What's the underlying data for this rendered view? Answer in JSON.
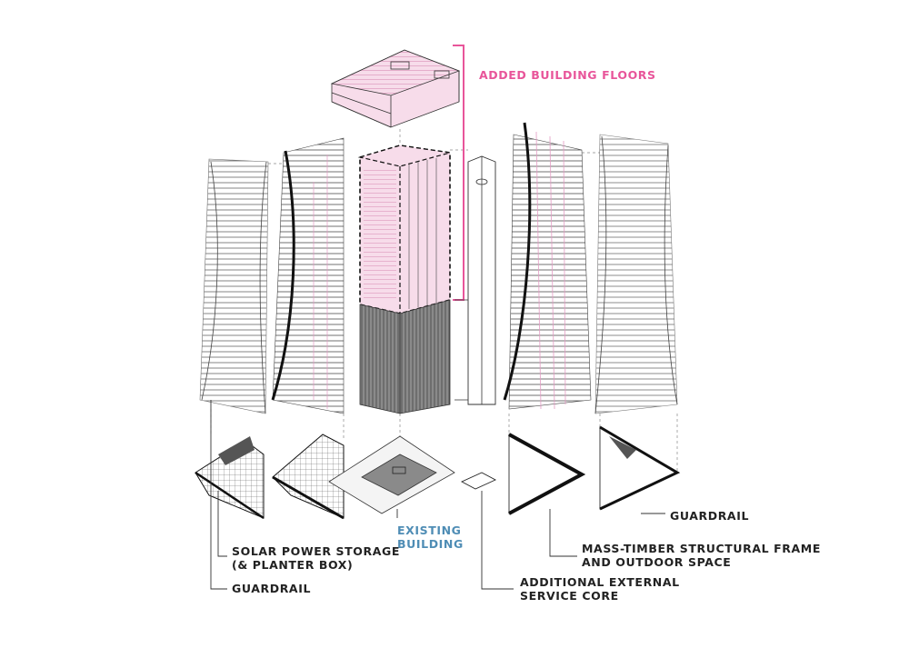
{
  "colors": {
    "ink": "#222222",
    "label": "#222222",
    "added": "#e8559a",
    "existing": "#4f8db5",
    "pink_fill": "#f7dcea",
    "existing_fill": "#8a8a8a"
  },
  "labels": {
    "added_floors": "ADDED BUILDING FLOORS",
    "existing_line1": "EXISTING",
    "existing_line2": "BUILDING",
    "guardrail_right": "GUARDRAIL",
    "solar_line1": "SOLAR POWER STORAGE",
    "solar_line2": "(& PLANTER BOX)",
    "guardrail_left": "GUARDRAIL",
    "mass_timber_line1": "MASS-TIMBER STRUCTURAL FRAME",
    "mass_timber_line2": "AND OUTDOOR SPACE",
    "service_line1": "ADDITIONAL EXTERNAL",
    "service_line2": "SERVICE CORE"
  }
}
